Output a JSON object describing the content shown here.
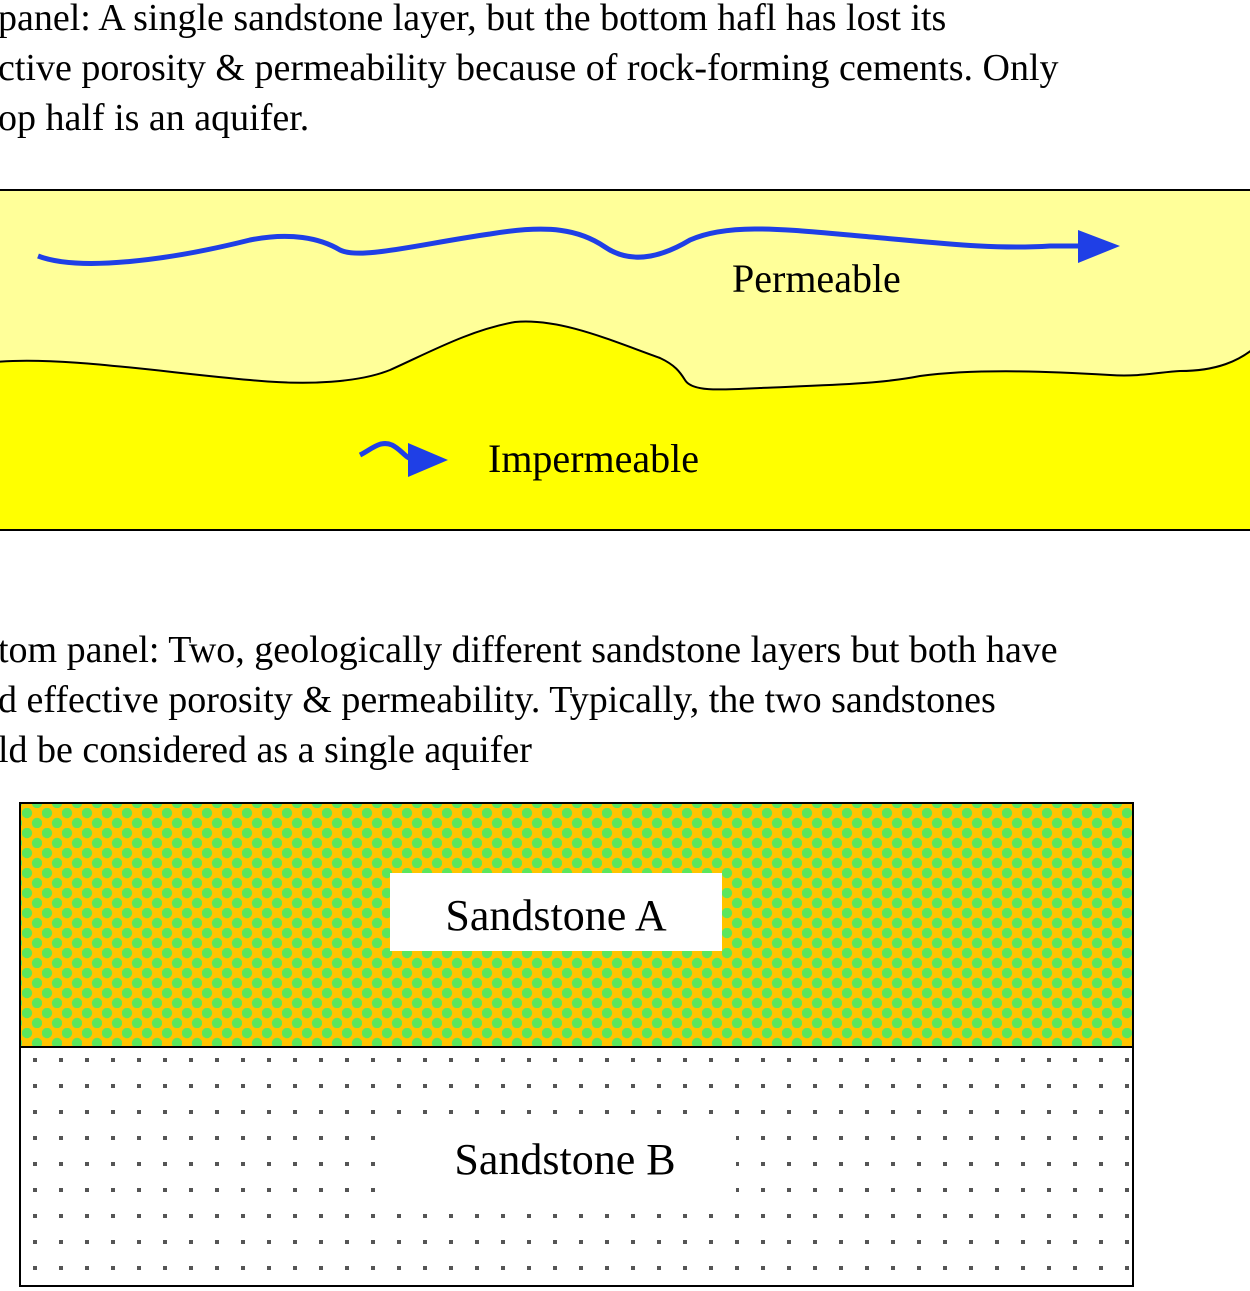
{
  "top_panel": {
    "caption_lines": [
      "panel: A single sandstone layer, but the bottom hafl has lost its",
      "ctive porosity & permeability because of rock-forming cements. Only",
      "op half is an aquifer."
    ],
    "upper_layer_label": "Permeable",
    "lower_layer_label": "Impermeable",
    "colors": {
      "upper_layer": "#ffff99",
      "lower_layer": "#ffff00",
      "flow_arrow": "#1f3fe6"
    }
  },
  "bottom_panel": {
    "caption_lines": [
      "tom panel: Two, geologically different sandstone layers but both have",
      "d effective porosity & permeability.  Typically, the two sandstones",
      "ld be considered as a single aquifer"
    ],
    "upper_layer_label": "Sandstone A",
    "lower_layer_label": "Sandstone B",
    "colors": {
      "sandstone_a_fill": "#ffc400",
      "sandstone_a_dots": "#5ce65c",
      "sandstone_b_fill": "#ffffff",
      "sandstone_b_dots": "#555555"
    }
  }
}
